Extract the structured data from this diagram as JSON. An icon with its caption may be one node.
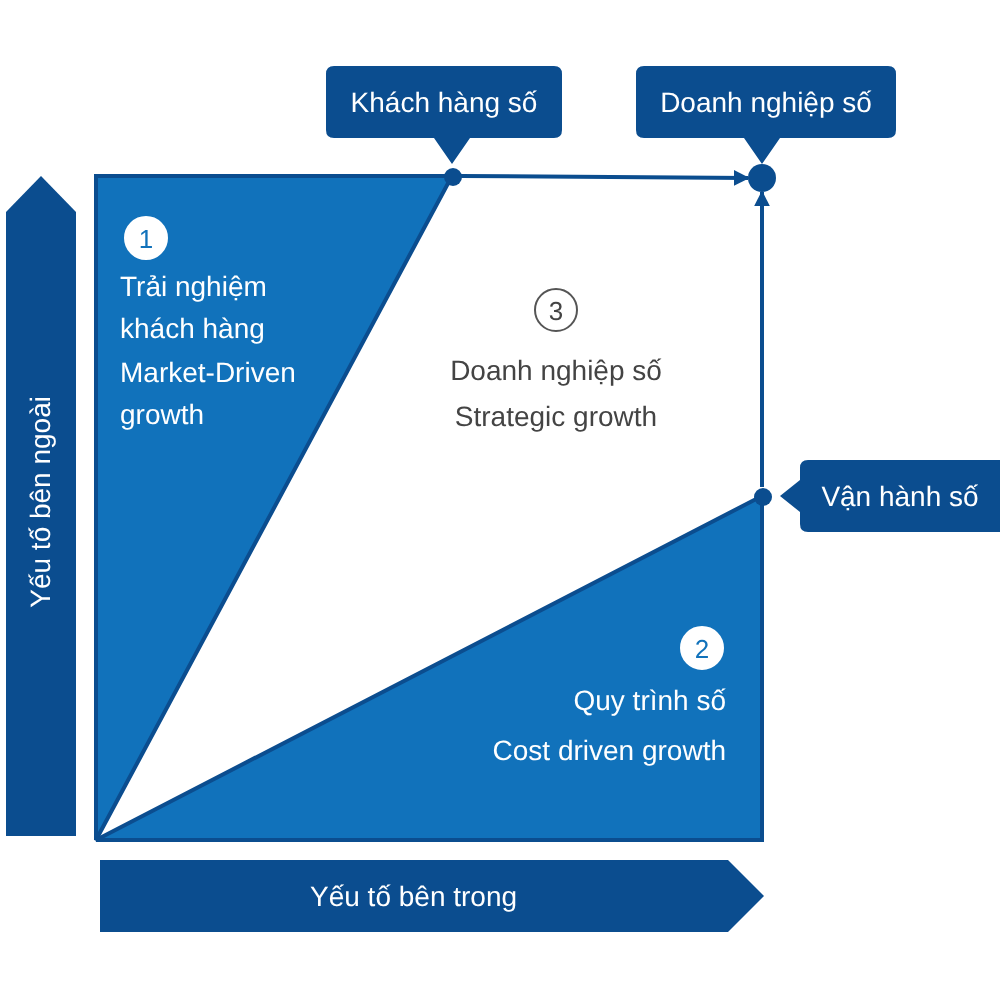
{
  "diagram": {
    "nodes": [
      {
        "text": [
          "1",
          "Trải nghiệm khách hàng",
          "Market-Driven growth"
        ]
      },
      {
        "text": [
          "2",
          "Quy trình số",
          "Cost driven growth"
        ]
      },
      {
        "text": [
          "3",
          "Doanh nghiệp số",
          "Strategic growth"
        ]
      },
      {
        "text": [
          "Khách hàng số"
        ]
      },
      {
        "text": [
          "Doanh nghiệp số"
        ]
      },
      {
        "text": [
          "Vận hành số"
        ]
      },
      {
        "text": [],
        "shape": "circle"
      },
      {
        "text": [],
        "shape": "circle"
      },
      {
        "text": [],
        "shape": "circle"
      },
      {
        "text": [
          "Yếu tố bên ngoài"
        ]
      },
      {
        "text": [
          "Yếu tố bên trong"
        ]
      }
    ],
    "edges": [
      {
        "from": 6,
        "to": 7,
        "arrow": "to"
      },
      {
        "from": 8,
        "to": 7,
        "arrow": "to"
      }
    ]
  }
}
